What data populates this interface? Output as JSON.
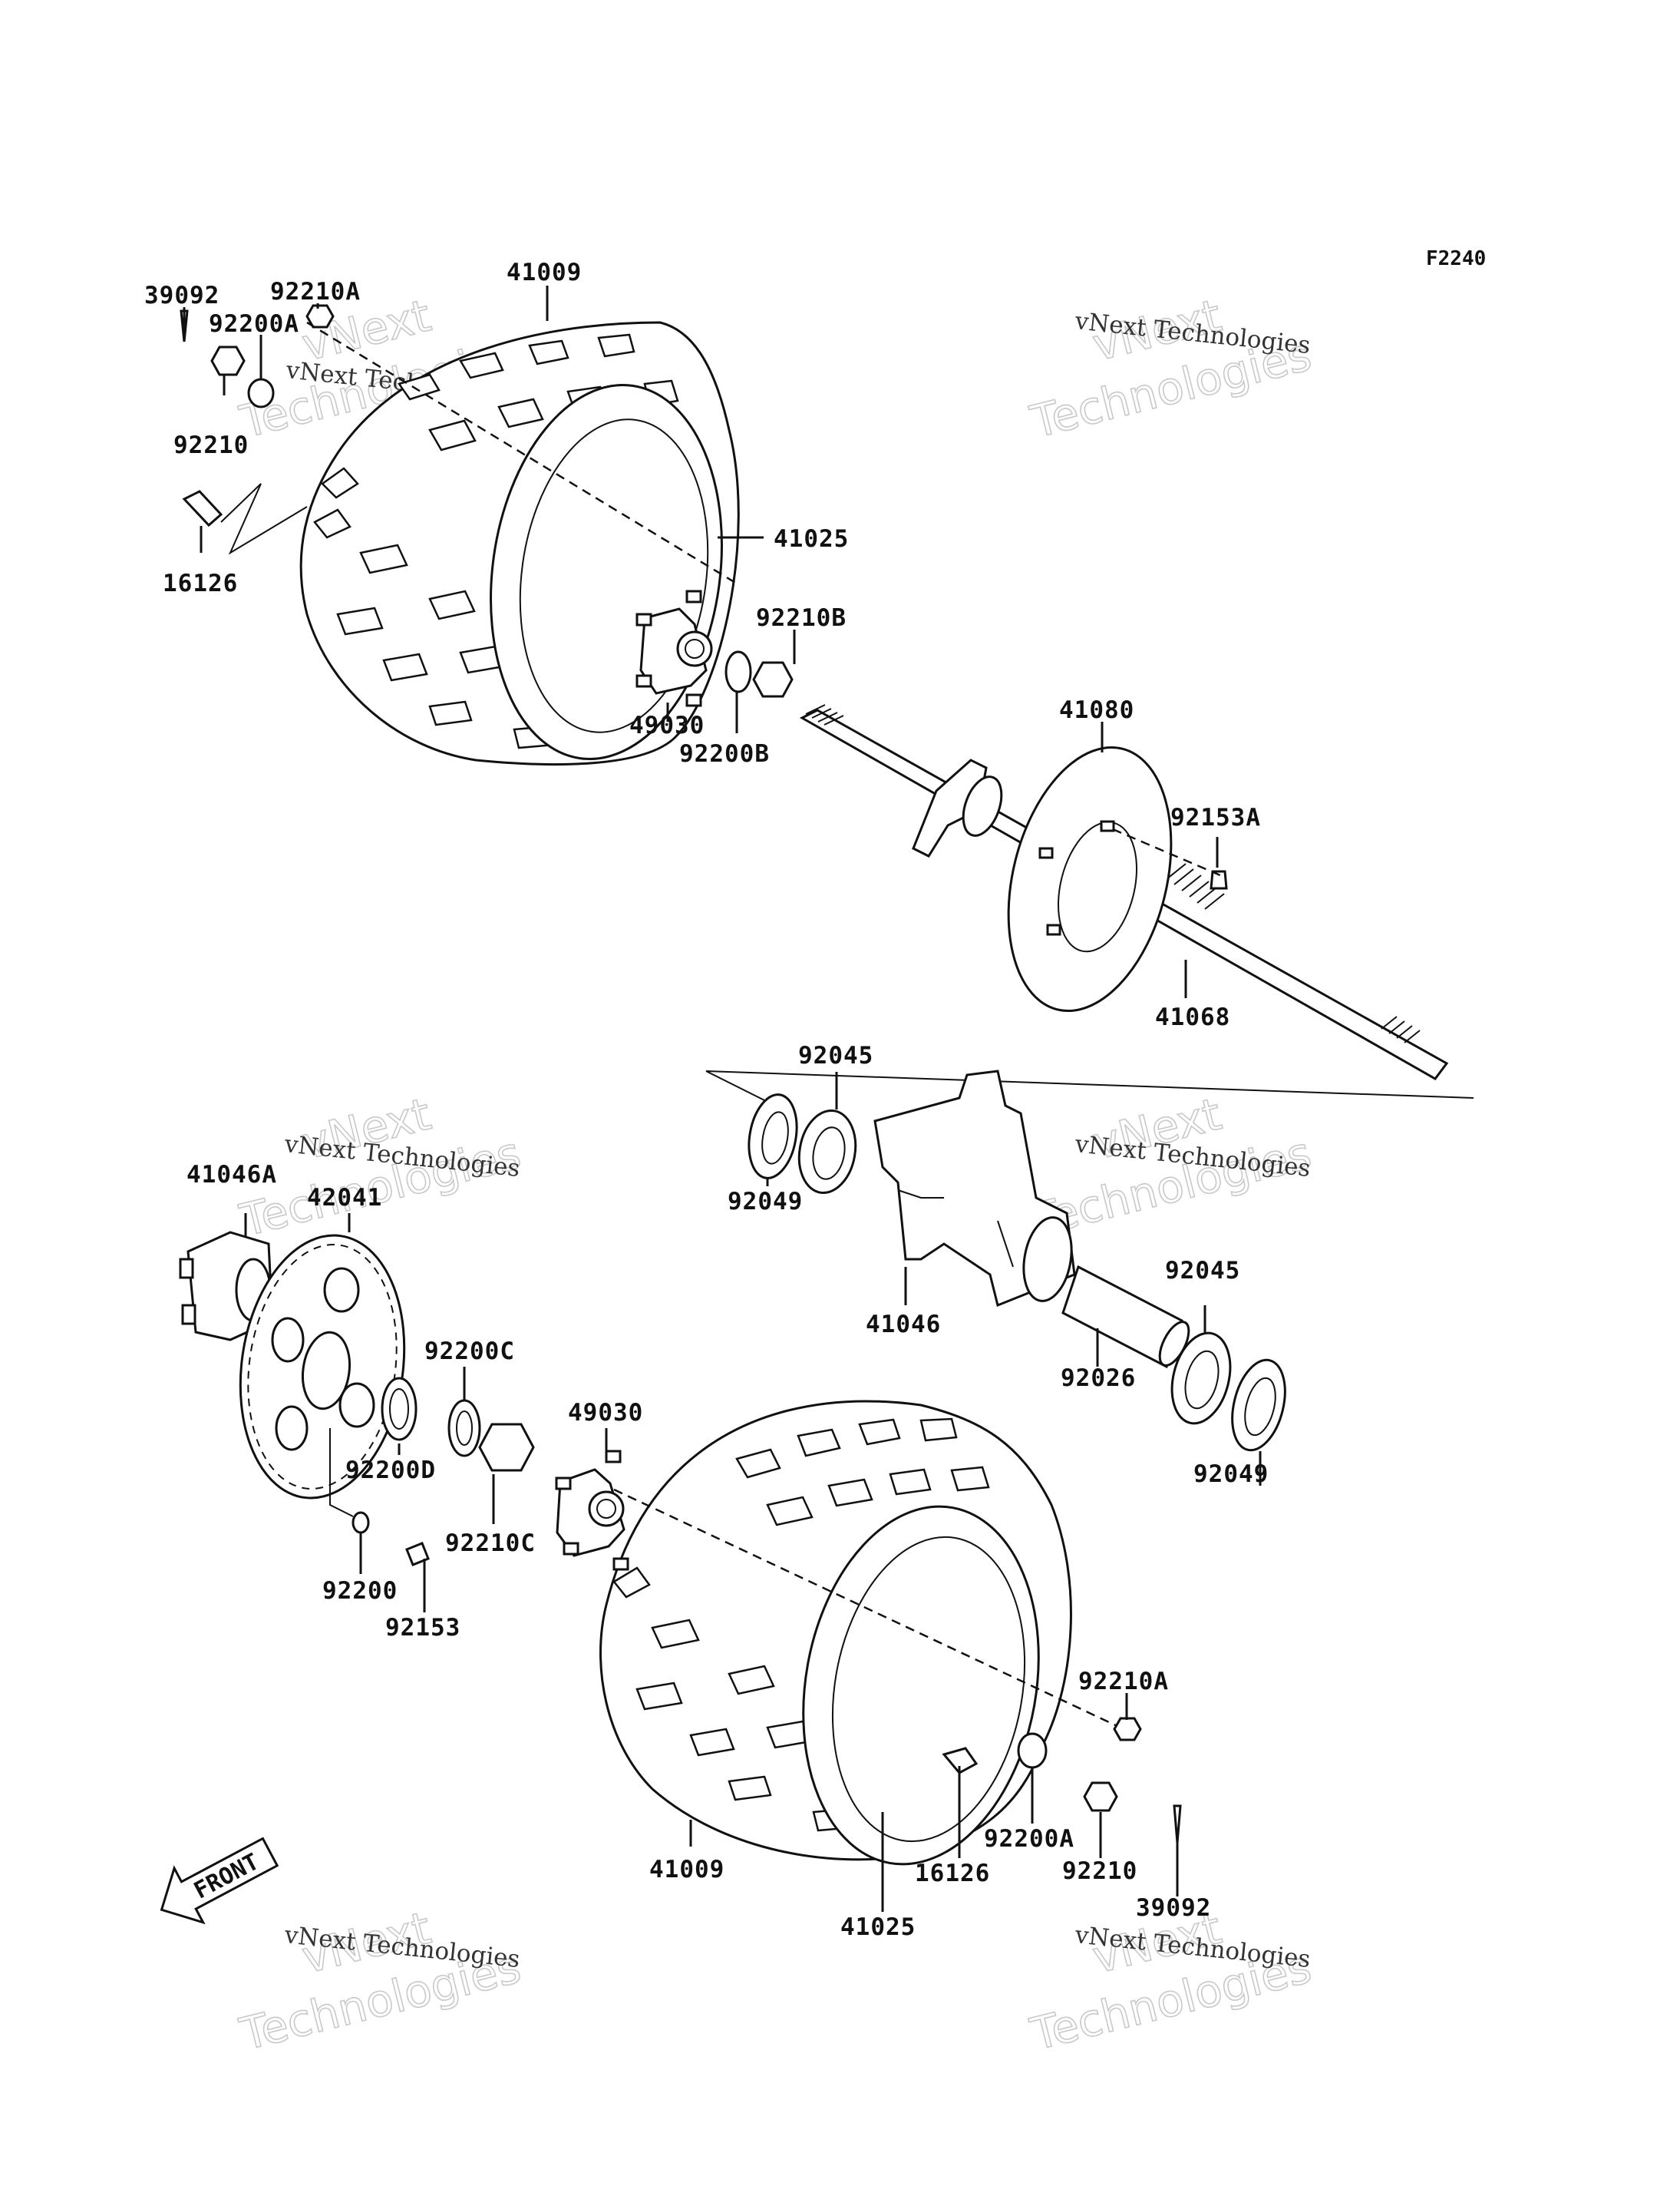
{
  "figure_code": "F2240",
  "watermark": {
    "line1": "vNext Technologies",
    "line2": "vNext",
    "line3": "Technologies"
  },
  "front_label": "FRONT",
  "part_labels": {
    "p39092_top": "39092",
    "p92210A_top": "92210A",
    "p92200A_top": "92200A",
    "p92210_top": "92210",
    "p16126_top": "16126",
    "p41009_top": "41009",
    "p41025_top": "41025",
    "p92210B": "92210B",
    "p49030_top": "49030",
    "p92200B": "92200B",
    "p41080": "41080",
    "p92153A": "92153A",
    "p41068": "41068",
    "p92045_top": "92045",
    "p92049_left": "92049",
    "p41046A": "41046A",
    "p42041": "42041",
    "p41046": "41046",
    "p92045_right": "92045",
    "p92026": "92026",
    "p92049_right": "92049",
    "p92200C": "92200C",
    "p92200D": "92200D",
    "p49030_bottom": "49030",
    "p92210C": "92210C",
    "p92200": "92200",
    "p92153": "92153",
    "p92210A_bottom": "92210A",
    "p92200A_bottom": "92200A",
    "p16126_bottom": "16126",
    "p92210_bottom": "92210",
    "p41009_bottom": "41009",
    "p41025_bottom": "41025",
    "p39092_bottom": "39092"
  }
}
